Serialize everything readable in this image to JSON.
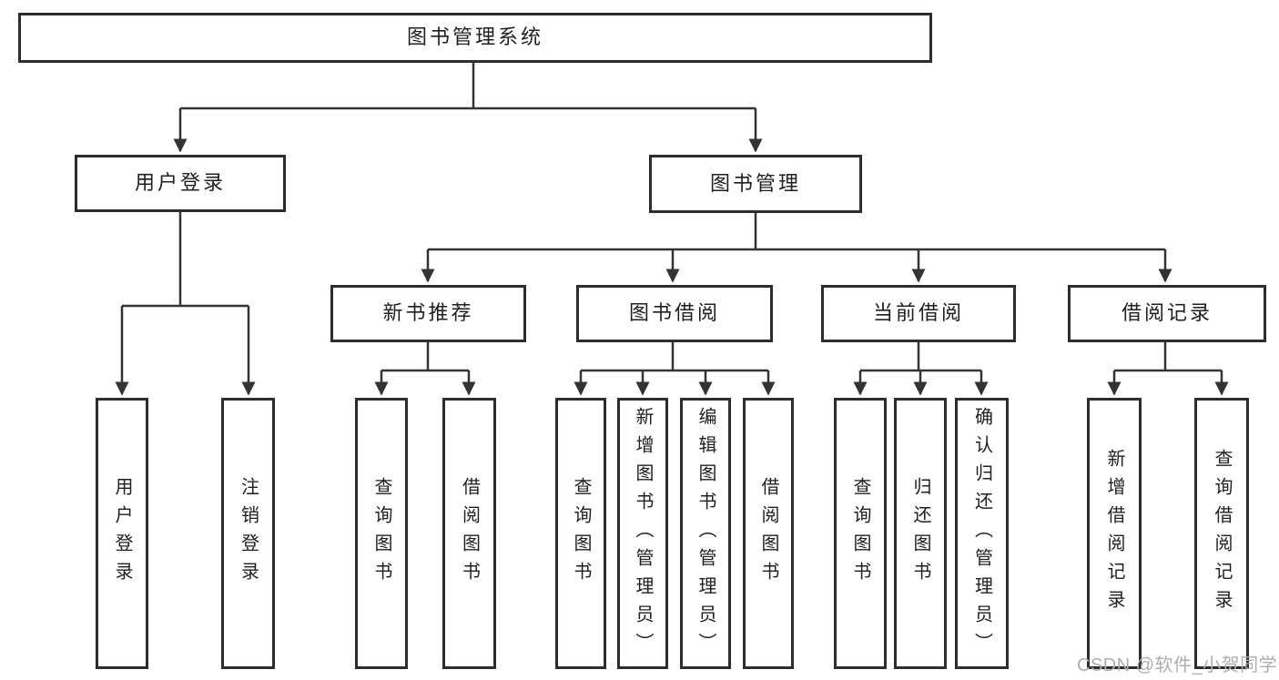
{
  "diagram": {
    "title": "图书管理系统",
    "children": [
      {
        "label": "用户登录",
        "children": [
          {
            "label": "用户登录"
          },
          {
            "label": "注销登录"
          }
        ]
      },
      {
        "label": "图书管理",
        "children": [
          {
            "label": "新书推荐",
            "children": [
              {
                "label": "查询图书"
              },
              {
                "label": "借阅图书"
              }
            ]
          },
          {
            "label": "图书借阅",
            "children": [
              {
                "label": "查询图书"
              },
              {
                "label": "新增图书（管理员）"
              },
              {
                "label": "编辑图书（管理员）"
              },
              {
                "label": "借阅图书"
              }
            ]
          },
          {
            "label": "当前借阅",
            "children": [
              {
                "label": "查询图书"
              },
              {
                "label": "归还图书"
              },
              {
                "label": "确认归还（管理员）"
              }
            ]
          },
          {
            "label": "借阅记录",
            "children": [
              {
                "label": "新增借阅记录"
              },
              {
                "label": "查询借阅记录"
              }
            ]
          }
        ]
      }
    ]
  },
  "watermark": {
    "text": "CSDN @软件_小贺同学"
  },
  "colors": {
    "box_border": "#2d2d2d",
    "connector_line": "#333333",
    "text": "#1f1f1f",
    "watermark_text": "#aeaeae",
    "background": "#ffffff"
  }
}
